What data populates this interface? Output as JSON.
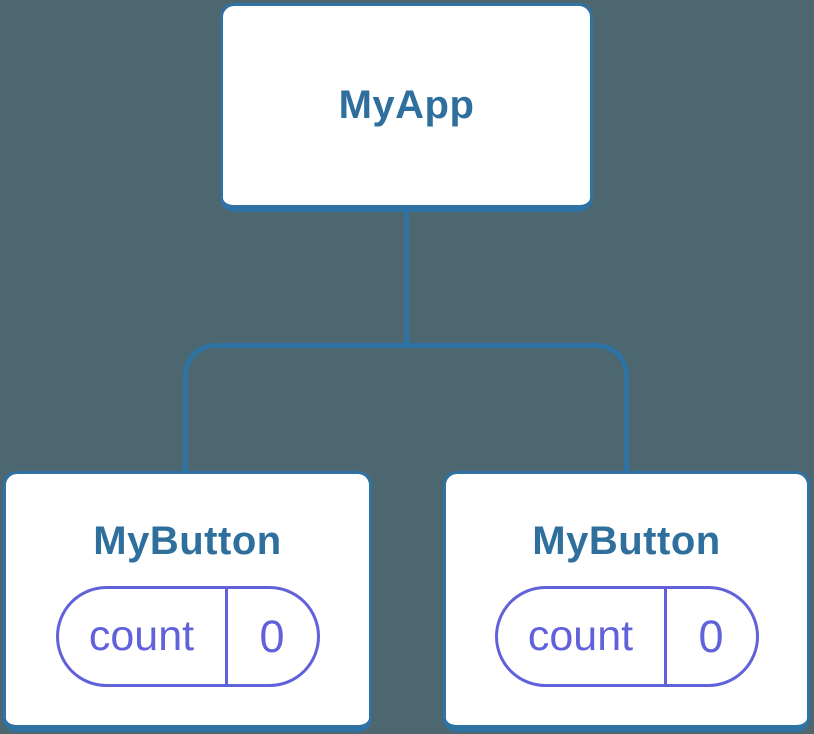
{
  "diagram": {
    "type": "component-tree",
    "root": {
      "label": "MyApp"
    },
    "children": [
      {
        "label": "MyButton",
        "state_pill": {
          "name": "count",
          "value": "0"
        }
      },
      {
        "label": "MyButton",
        "state_pill": {
          "name": "count",
          "value": "0"
        }
      }
    ]
  },
  "colors": {
    "background": "#4D6770",
    "card_background": "#FFFFFF",
    "connector_blue": "#2F72A4",
    "component_label_blue": "#2F6F9E",
    "state_purple": "#6161DB"
  }
}
